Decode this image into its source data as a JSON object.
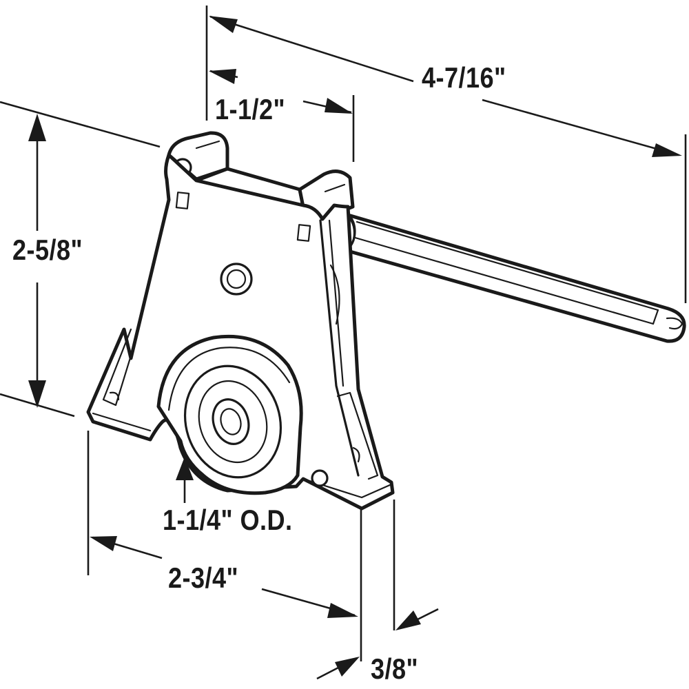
{
  "diagram": {
    "subject": "Sliding door roller assembly with extension stem",
    "line_color": "#1a1a1a",
    "background_color": "#ffffff",
    "dimensions": {
      "overall_length": "4-7/16\"",
      "housing_top_width": "1-1/2\"",
      "height": "2-5/8\"",
      "wheel_diameter": "1-1/4\" O.D.",
      "base_length": "2-3/4\"",
      "thickness": "3/8\""
    }
  }
}
